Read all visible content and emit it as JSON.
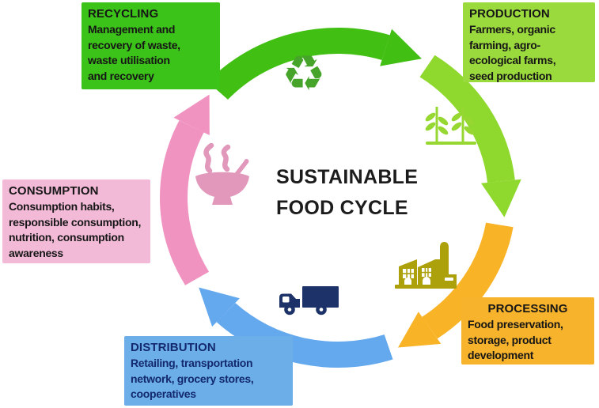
{
  "title": {
    "line1": "SUSTAINABLE",
    "line2": "FOOD CYCLE"
  },
  "icons": {
    "recycle_symbol": "♻"
  },
  "stages": [
    {
      "name": "RECYCLING",
      "description": "Management and\nrecovery of waste,\nwaste utilisation\nand recovery",
      "box_color": "#3cc319",
      "text_color": "#161616",
      "arc_color": "#41bf13",
      "icon": "recycle-icon",
      "icon_color": "#47a42b"
    },
    {
      "name": "PRODUCTION",
      "description": "Farmers, organic\nfarming, agro-\necological farms,\nseed production",
      "box_color": "#9bda3c",
      "text_color": "#161616",
      "arc_color": "#8fd82e",
      "icon": "seedlings-icon",
      "icon_color": "#96d732"
    },
    {
      "name": "PROCESSING",
      "description": "Food preservation,\nstorage, product\ndevelopment",
      "box_color": "#f7b32b",
      "text_color": "#161616",
      "arc_color": "#f9b327",
      "icon": "factory-icon",
      "icon_color": "#aca00b"
    },
    {
      "name": "DISTRIBUTION",
      "description": "Retailing, transportation\nnetwork, grocery stores,\ncooperatives",
      "box_color": "#6caee8",
      "text_color": "#13296e",
      "arc_color": "#64a8ee",
      "icon": "truck-icon",
      "icon_color": "#1c3268"
    },
    {
      "name": "CONSUMPTION",
      "description": "Consumption habits,\nresponsible consumption,\nnutrition, consumption\nawareness",
      "box_color": "#f3bad8",
      "text_color": "#161616",
      "arc_color": "#f093c0",
      "icon": "soup-bowl-icon",
      "icon_color": "#e198bb"
    }
  ]
}
